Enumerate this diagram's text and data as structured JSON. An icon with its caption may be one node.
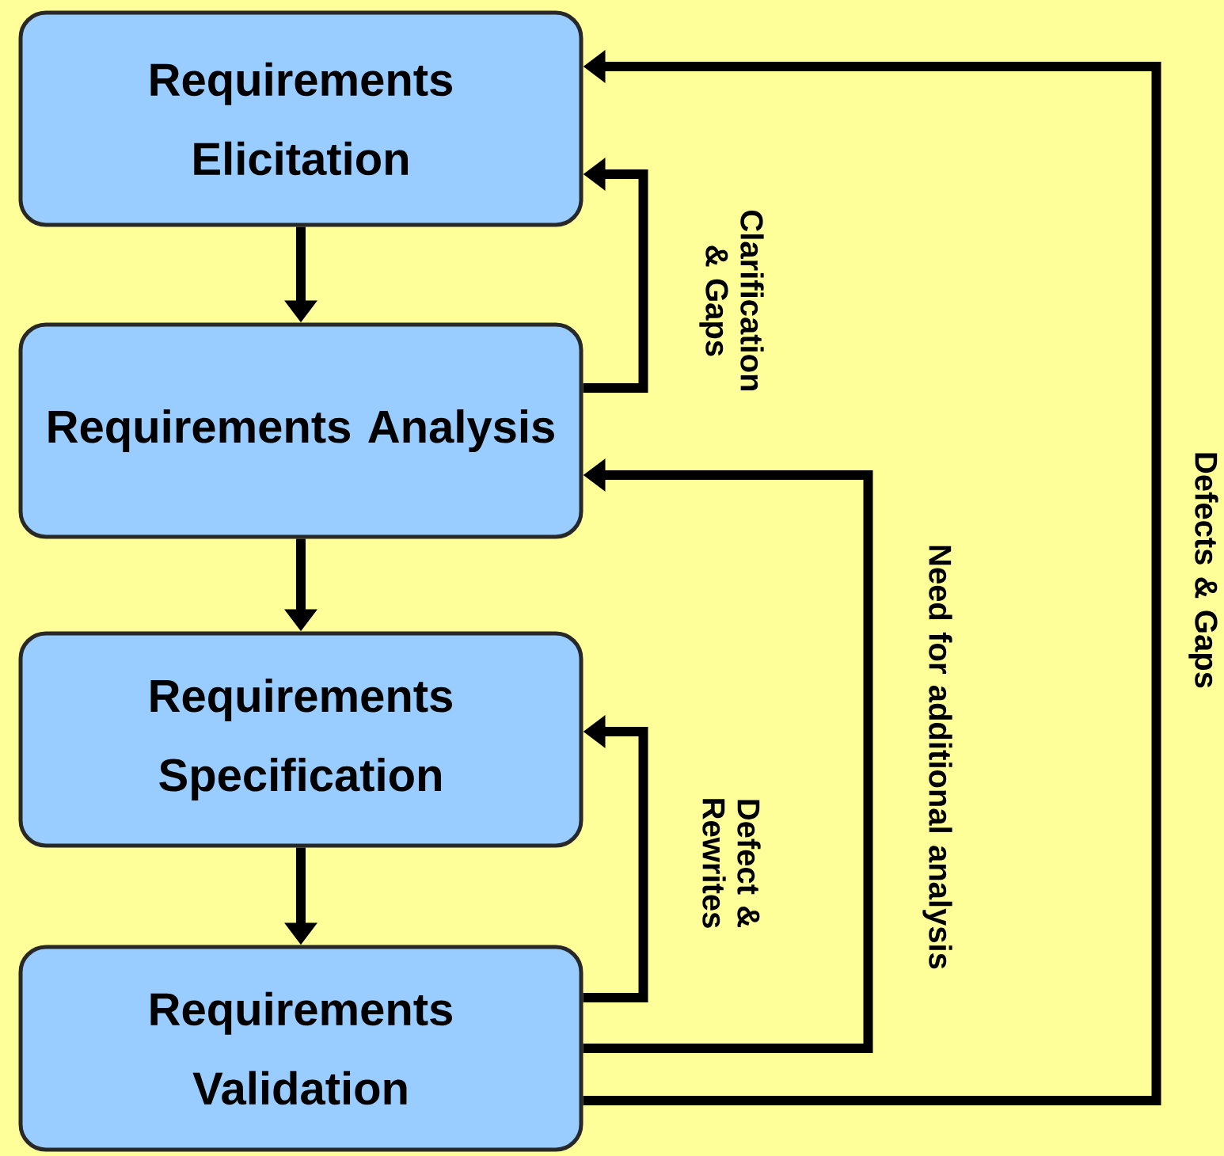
{
  "diagram": {
    "nodes": [
      {
        "text": [
          "Requirements Elicitation"
        ]
      },
      {
        "text": [
          "Requirements Analysis"
        ]
      },
      {
        "text": [
          "Requirements Specification"
        ]
      },
      {
        "text": [
          "Requirements Validation"
        ]
      }
    ],
    "edges": [
      {
        "from": 0,
        "to": 1,
        "arrow": "to"
      },
      {
        "from": 1,
        "to": 2,
        "arrow": "to"
      },
      {
        "from": 2,
        "to": 3,
        "arrow": "to"
      },
      {
        "from": 1,
        "to": 0,
        "arrow": "to",
        "label": "Clarification & Gaps"
      },
      {
        "from": 3,
        "to": 2,
        "arrow": "to",
        "label": "Defect & Rewrites"
      },
      {
        "from": 3,
        "to": 1,
        "arrow": "to",
        "label": "Need for additional analysis"
      },
      {
        "from": 3,
        "to": 0,
        "arrow": "to",
        "label": "Defects & Gaps"
      }
    ]
  }
}
